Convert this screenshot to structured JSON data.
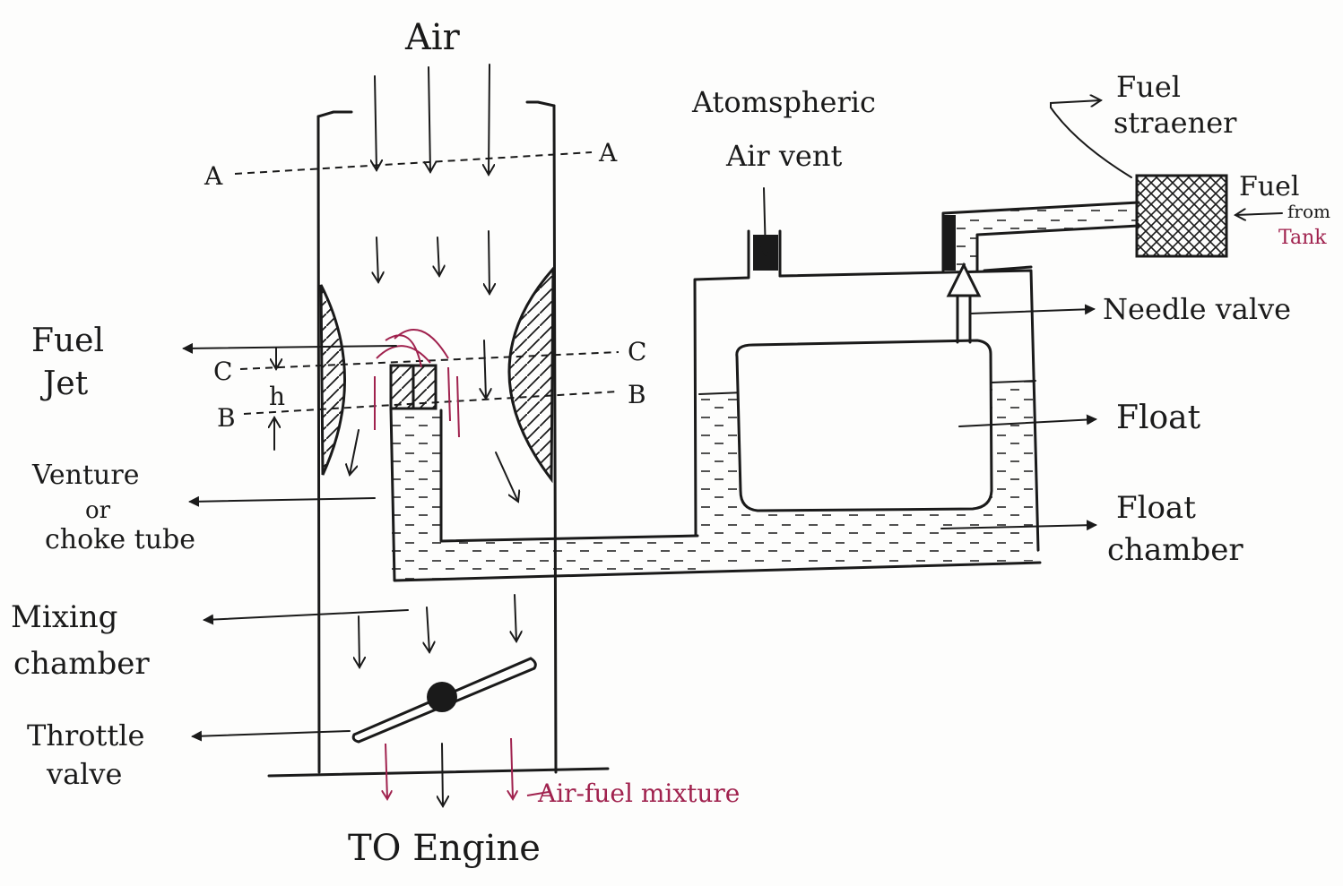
{
  "labels": {
    "air": "Air",
    "atmospheric_air_vent_line1": "Atomspheric",
    "atmospheric_air_vent_line2": "Air vent",
    "fuel_strainer_line1": "Fuel",
    "fuel_strainer_line2": "straener",
    "fuel_from_tank_line1": "Fuel",
    "fuel_from_tank_line2": "from",
    "fuel_from_tank_line3": "Tank",
    "fuel_jet_line1": "Fuel",
    "fuel_jet_line2": "Jet",
    "needle_valve": "Needle valve",
    "float": "Float",
    "float_chamber_line1": "Float",
    "float_chamber_line2": "chamber",
    "venturi_line1": "Venture",
    "venturi_line2": "or",
    "venturi_line3": "choke tube",
    "mixing_chamber_line1": "Mixing",
    "mixing_chamber_line2": "chamber",
    "throttle_valve_line1": "Throttle",
    "throttle_valve_line2": "valve",
    "air_fuel_mixture": "Air-fuel mixture",
    "to_engine": "TO Engine",
    "section_a_left": "A",
    "section_a_right": "A",
    "section_b_left": "B",
    "section_b_right": "B",
    "section_c_left": "C",
    "section_c_right": "C",
    "height_h": "h"
  },
  "colors": {
    "ink": "#1a1a1a",
    "accent_red": "#a0224e"
  }
}
